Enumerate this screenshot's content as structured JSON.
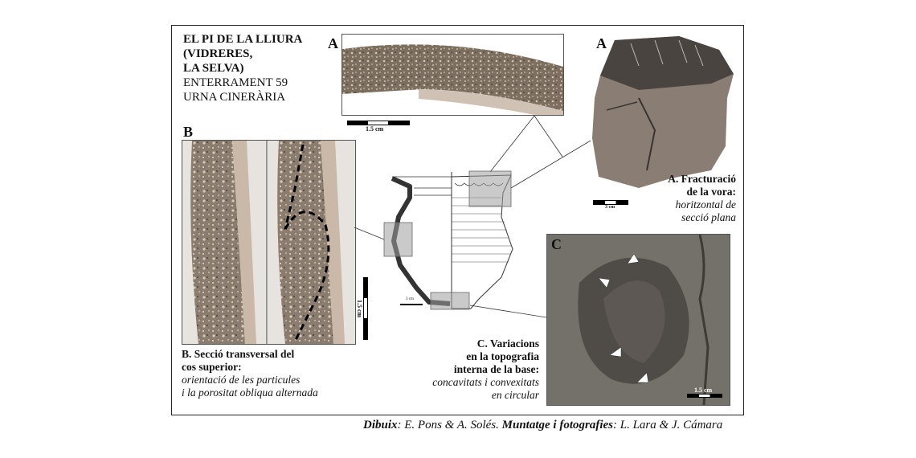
{
  "title": {
    "line1": "EL PI DE LA LLIURA",
    "line2": "(VIDRERES,",
    "line3": "LA SELVA)",
    "line4": "ENTERRAMENT 59",
    "line5": "URNA CINERÀRIA"
  },
  "panels": {
    "a_top_letter": "A",
    "a_right_letter": "A",
    "b_letter": "B",
    "c_letter": "C"
  },
  "scales": {
    "a_top": "1.5 cm",
    "a_right": "3 cm",
    "b": "1.5 cm",
    "c": "1.5 cm",
    "vessel": "3 cm"
  },
  "captions": {
    "a": {
      "bold1": "A. Fracturació",
      "bold2": "de la vora:",
      "ital1": "horitzontal de",
      "ital2": "secció plana"
    },
    "b": {
      "bold1": "B. Secció transversal del",
      "bold2": "cos superior:",
      "ital1": "orientació de les particules",
      "ital2": "i la porositat obliqua alternada"
    },
    "c": {
      "bold1": "C. Variacions",
      "bold2": "en la topografia",
      "bold3": "interna de la base:",
      "ital1": "concavitats i convexitats",
      "ital2": "en circular"
    }
  },
  "credit": {
    "label1": "Dibuix",
    "text1": ": E. Pons & A. Solés. ",
    "label2": "Muntatge i fotografies",
    "text2": ": L. Lara & J. Cámara"
  },
  "colors": {
    "sherd_dark": "#4a4440",
    "sherd_light": "#8a7e74",
    "gravel": "#9c8f80",
    "highlight_box": "#9e9e9e"
  }
}
